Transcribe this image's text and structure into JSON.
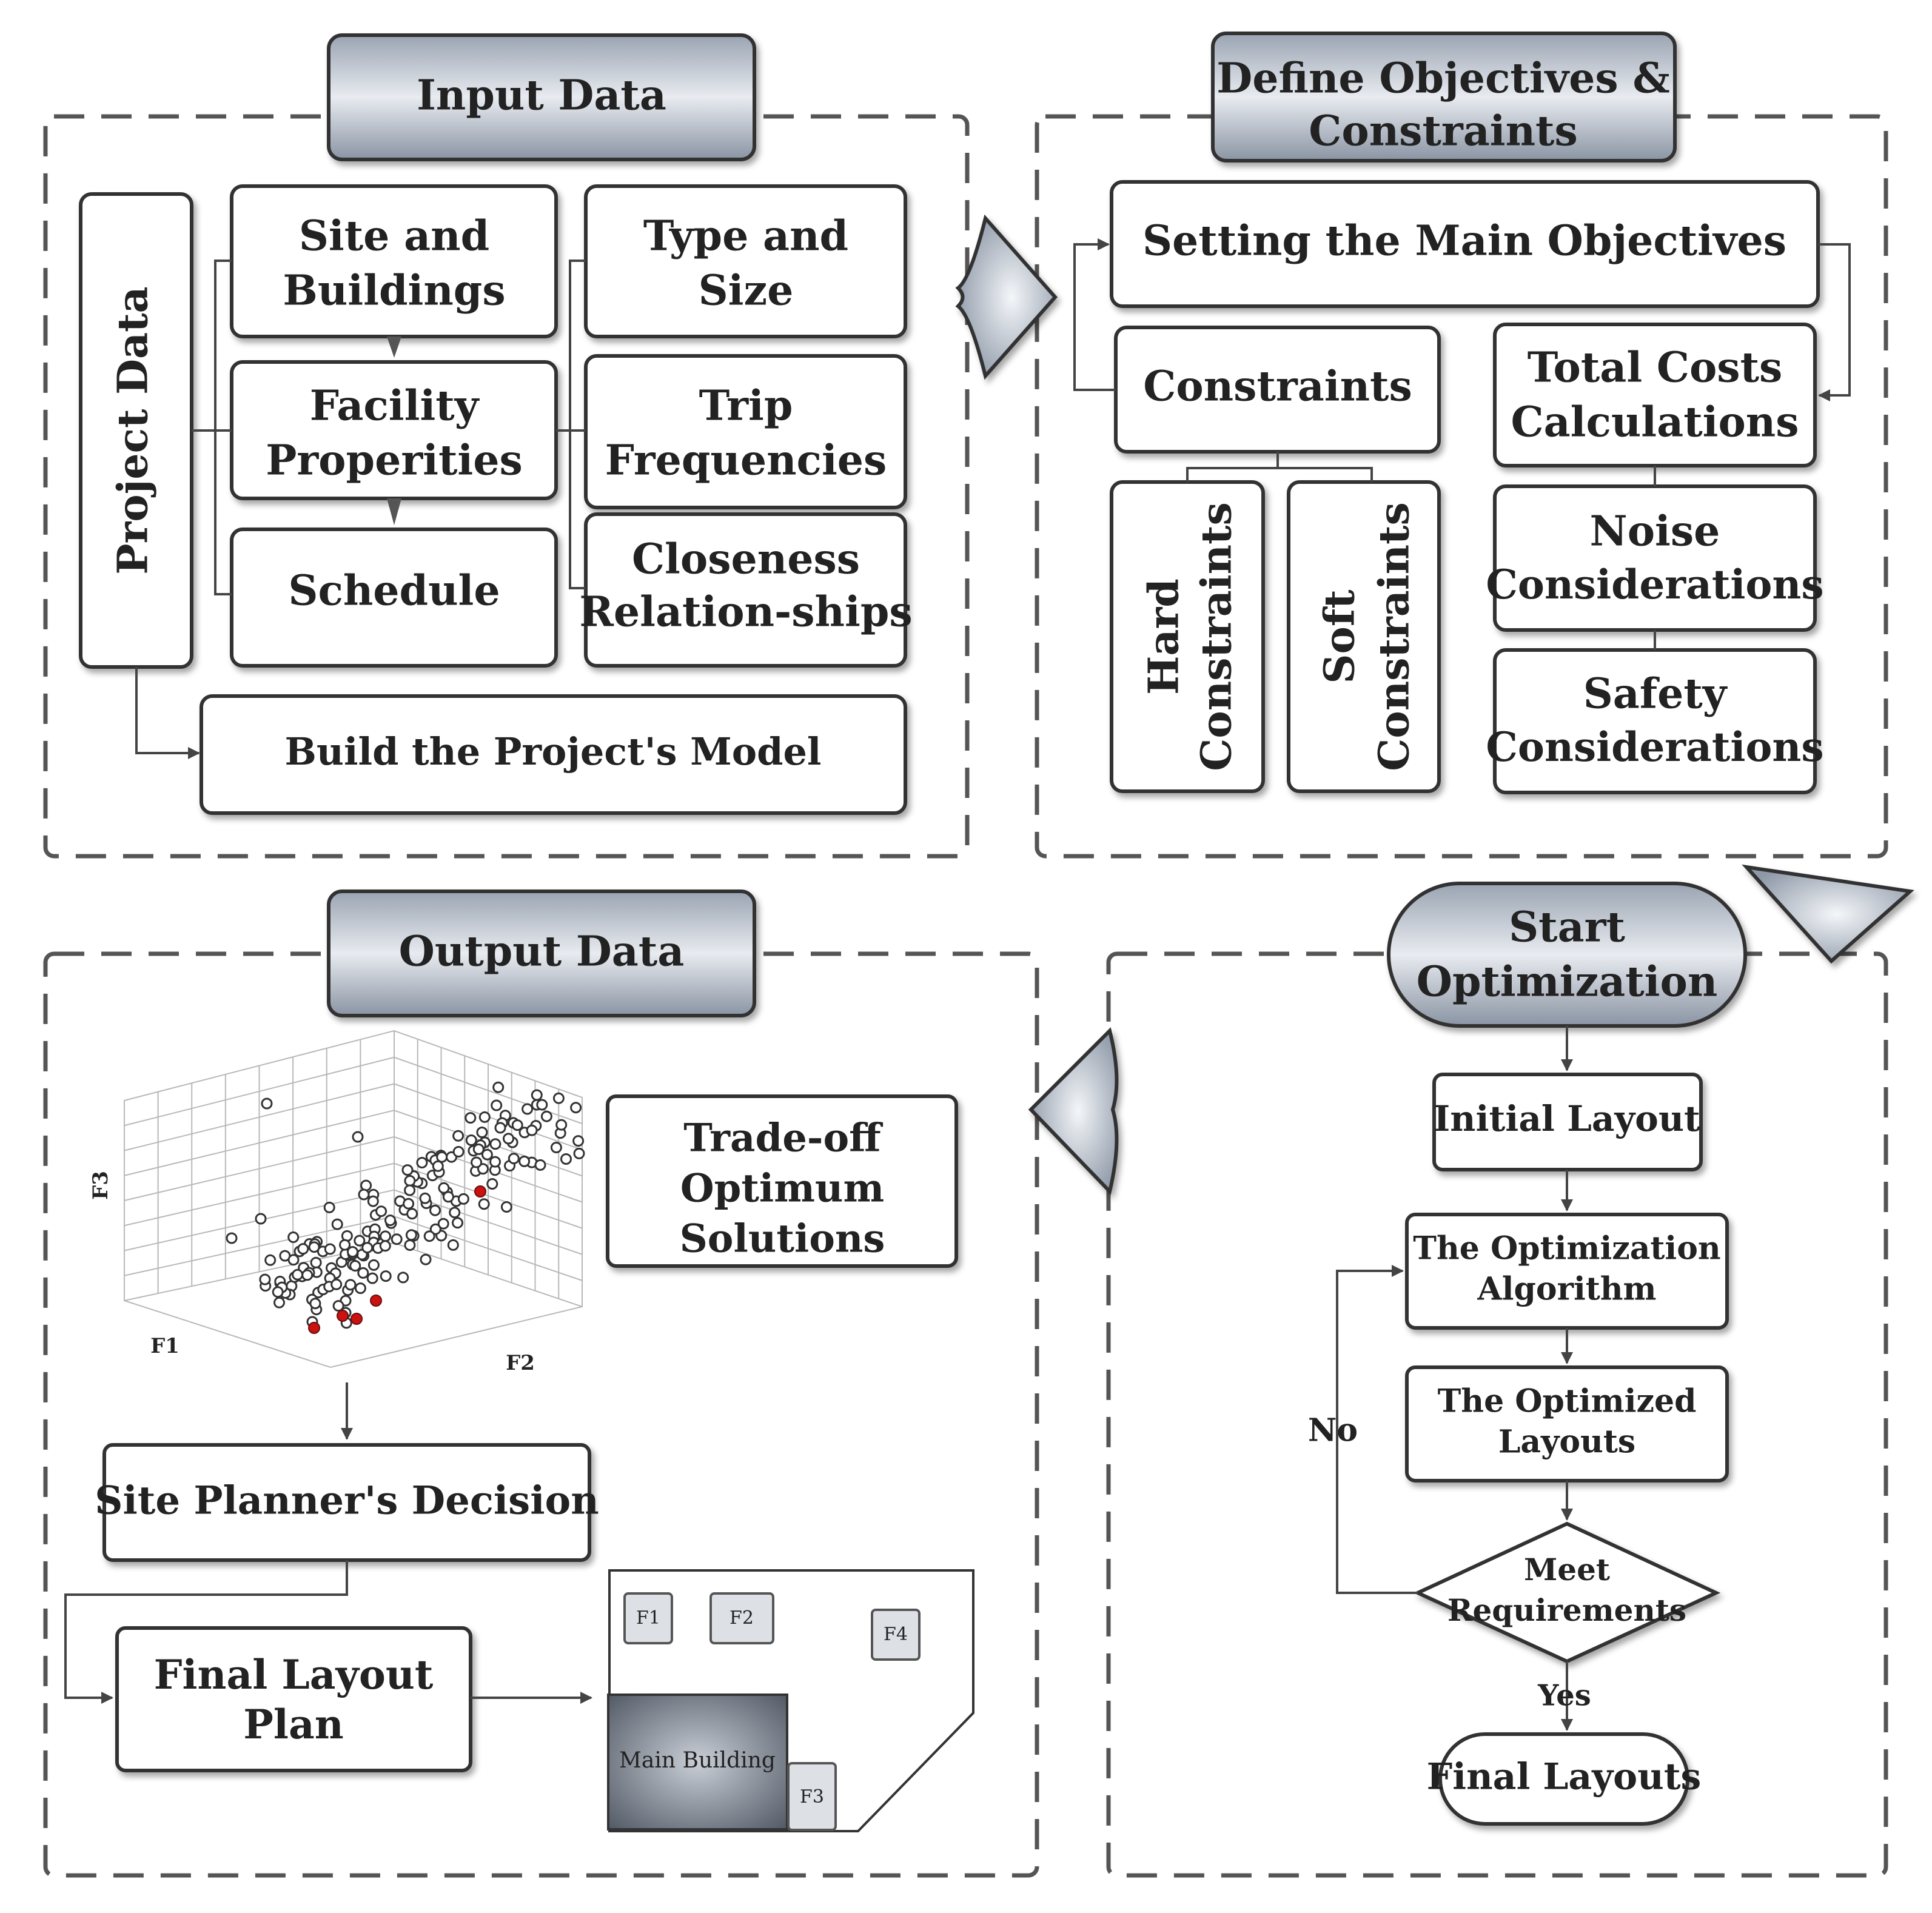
{
  "sections": {
    "input": "Input Data",
    "objectives_line1": "Define Objectives &",
    "objectives_line2": "Constraints",
    "output": "Output Data"
  },
  "input_data": {
    "project_data": "Project Data",
    "site_buildings": [
      "Site and",
      "Buildings"
    ],
    "facility_properties": [
      "Facility",
      "Properities"
    ],
    "schedule": "Schedule",
    "type_size": [
      "Type and",
      "Size"
    ],
    "trip_frequencies": [
      "Trip",
      "Frequencies"
    ],
    "closeness": [
      "Closeness",
      "Relation-ships"
    ],
    "build_model": "Build the Project's Model"
  },
  "objectives": {
    "main_objectives": "Setting the Main Objectives",
    "constraints": "Constraints",
    "total_costs": [
      "Total Costs",
      "Calculations"
    ],
    "hard_constraints": [
      "Hard",
      "Constraints"
    ],
    "soft_constraints": [
      "Soft",
      "Constraints"
    ],
    "noise": [
      "Noise",
      "Considerations"
    ],
    "safety": [
      "Safety",
      "Considerations"
    ]
  },
  "optimization": {
    "start": [
      "Start",
      "Optimization"
    ],
    "initial_layout": "Initial Layout",
    "algorithm": [
      "The Optimization",
      "Algorithm"
    ],
    "optimized_layouts": [
      "The Optimized",
      "Layouts"
    ],
    "meet_requirements": [
      "Meet",
      "Requirements"
    ],
    "no_label": "No",
    "yes_label": "Yes",
    "final_layouts": "Final Layouts"
  },
  "output_data": {
    "tradeoff": [
      "Trade-off",
      "Optimum",
      "Solutions"
    ],
    "planner_decision": "Site Planner's Decision",
    "final_plan": [
      "Final Layout",
      "Plan"
    ],
    "plot_axes": {
      "x": "F1",
      "y": "F2",
      "z": "F3"
    },
    "plot_marker_colors": {
      "solution": "#333333",
      "selected": "#cc1111"
    },
    "site_plan": {
      "main_building": "Main Building",
      "facilities": [
        "F1",
        "F2",
        "F3",
        "F4"
      ]
    }
  },
  "colors": {
    "header_fill_light": "#e6e9ee",
    "header_fill_dark": "#8e98a6",
    "box_stroke": "#333333",
    "dashed_border": "#555555",
    "main_building_dark": "#6b7280"
  }
}
